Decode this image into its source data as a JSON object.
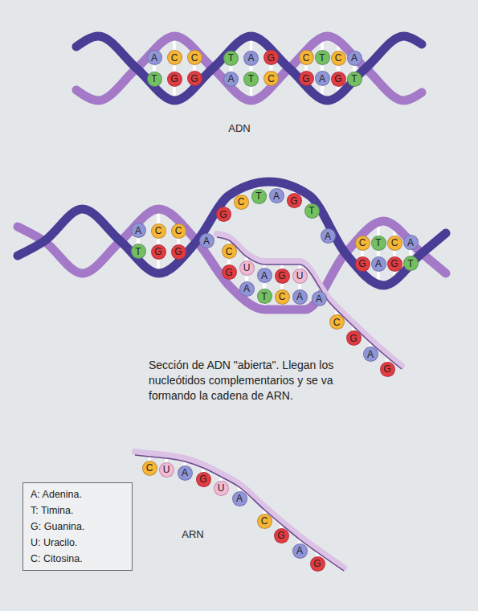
{
  "diagram": {
    "caption": "Sección de ADN \"abierta\". Llegan los nucleótidos complementarios y se va formando la cadena de ARN.",
    "nodes": [
      {
        "text": [
          "A"
        ]
      },
      {
        "text": [
          "C"
        ]
      },
      {
        "text": [
          "C"
        ]
      },
      {
        "text": [
          "T"
        ]
      },
      {
        "text": [
          "G"
        ]
      },
      {
        "text": [
          "G"
        ]
      },
      {
        "text": [
          "T"
        ]
      },
      {
        "text": [
          "A"
        ]
      },
      {
        "text": [
          "G"
        ]
      },
      {
        "text": [
          "A"
        ]
      },
      {
        "text": [
          "T"
        ]
      },
      {
        "text": [
          "C"
        ]
      },
      {
        "text": [
          "C"
        ]
      },
      {
        "text": [
          "T"
        ]
      },
      {
        "text": [
          "C"
        ]
      },
      {
        "text": [
          "A"
        ]
      },
      {
        "text": [
          "G"
        ]
      },
      {
        "text": [
          "A"
        ]
      },
      {
        "text": [
          "G"
        ]
      },
      {
        "text": [
          "T"
        ]
      },
      {
        "text": [
          "A"
        ]
      },
      {
        "text": [
          "C"
        ]
      },
      {
        "text": [
          "C"
        ]
      },
      {
        "text": [
          "T"
        ]
      },
      {
        "text": [
          "G"
        ]
      },
      {
        "text": [
          "G"
        ]
      },
      {
        "text": [
          "G"
        ]
      },
      {
        "text": [
          "C"
        ]
      },
      {
        "text": [
          "T"
        ]
      },
      {
        "text": [
          "A"
        ]
      },
      {
        "text": [
          "G"
        ]
      },
      {
        "text": [
          "T"
        ]
      },
      {
        "text": [
          "A"
        ]
      },
      {
        "text": [
          "A"
        ]
      },
      {
        "text": [
          "C"
        ]
      },
      {
        "text": [
          "U"
        ]
      },
      {
        "text": [
          "A"
        ]
      },
      {
        "text": [
          "G"
        ]
      },
      {
        "text": [
          "U"
        ]
      },
      {
        "text": [
          "A"
        ]
      },
      {
        "text": [
          "C"
        ]
      },
      {
        "text": [
          "G"
        ]
      },
      {
        "text": [
          "A"
        ]
      },
      {
        "text": [
          "G"
        ]
      },
      {
        "text": [
          "G"
        ]
      },
      {
        "text": [
          "A"
        ]
      },
      {
        "text": [
          "T"
        ]
      },
      {
        "text": [
          "C"
        ]
      },
      {
        "text": [
          "A"
        ]
      },
      {
        "text": [
          "C"
        ]
      },
      {
        "text": [
          "T"
        ]
      },
      {
        "text": [
          "C"
        ]
      },
      {
        "text": [
          "A"
        ]
      },
      {
        "text": [
          "G"
        ]
      },
      {
        "text": [
          "A"
        ]
      },
      {
        "text": [
          "G"
        ]
      },
      {
        "text": [
          "T"
        ]
      },
      {
        "text": [
          "C"
        ]
      },
      {
        "text": [
          "U"
        ]
      },
      {
        "text": [
          "A"
        ]
      },
      {
        "text": [
          "G"
        ]
      },
      {
        "text": [
          "U"
        ]
      },
      {
        "text": [
          "A"
        ]
      },
      {
        "text": [
          "C"
        ]
      },
      {
        "text": [
          "G"
        ]
      },
      {
        "text": [
          "A"
        ]
      },
      {
        "text": [
          "G"
        ]
      },
      {
        "text": [
          "A: Adenina.",
          "T: Timina.",
          "G: Guanina.",
          "U: Uracilo.",
          "C: Citosina."
        ]
      }
    ],
    "edges": [
      {
        "from": 0,
        "to": 3,
        "arrow": "none"
      },
      {
        "from": 1,
        "to": 4,
        "arrow": "none"
      },
      {
        "from": 2,
        "to": 5,
        "arrow": "none"
      },
      {
        "from": 6,
        "to": 9,
        "arrow": "none"
      },
      {
        "from": 7,
        "to": 10,
        "arrow": "none"
      },
      {
        "from": 8,
        "to": 11,
        "arrow": "none"
      },
      {
        "from": 12,
        "to": 16,
        "arrow": "none"
      },
      {
        "from": 13,
        "to": 17,
        "arrow": "none"
      },
      {
        "from": 14,
        "to": 18,
        "arrow": "none"
      },
      {
        "from": 15,
        "to": 19,
        "arrow": "none"
      },
      {
        "from": 20,
        "to": 23,
        "arrow": "none"
      },
      {
        "from": 21,
        "to": 24,
        "arrow": "none"
      },
      {
        "from": 22,
        "to": 25,
        "arrow": "none"
      },
      {
        "from": 34,
        "to": 44,
        "arrow": "none"
      },
      {
        "from": 35,
        "to": 45,
        "arrow": "none"
      },
      {
        "from": 36,
        "to": 46,
        "arrow": "none"
      },
      {
        "from": 37,
        "to": 47,
        "arrow": "none"
      },
      {
        "from": 38,
        "to": 48,
        "arrow": "none"
      },
      {
        "from": 49,
        "to": 53,
        "arrow": "none"
      },
      {
        "from": 50,
        "to": 54,
        "arrow": "none"
      },
      {
        "from": 51,
        "to": 55,
        "arrow": "none"
      },
      {
        "from": 52,
        "to": 56,
        "arrow": "none"
      }
    ],
    "labels": [
      "ADN",
      "ARN"
    ]
  }
}
